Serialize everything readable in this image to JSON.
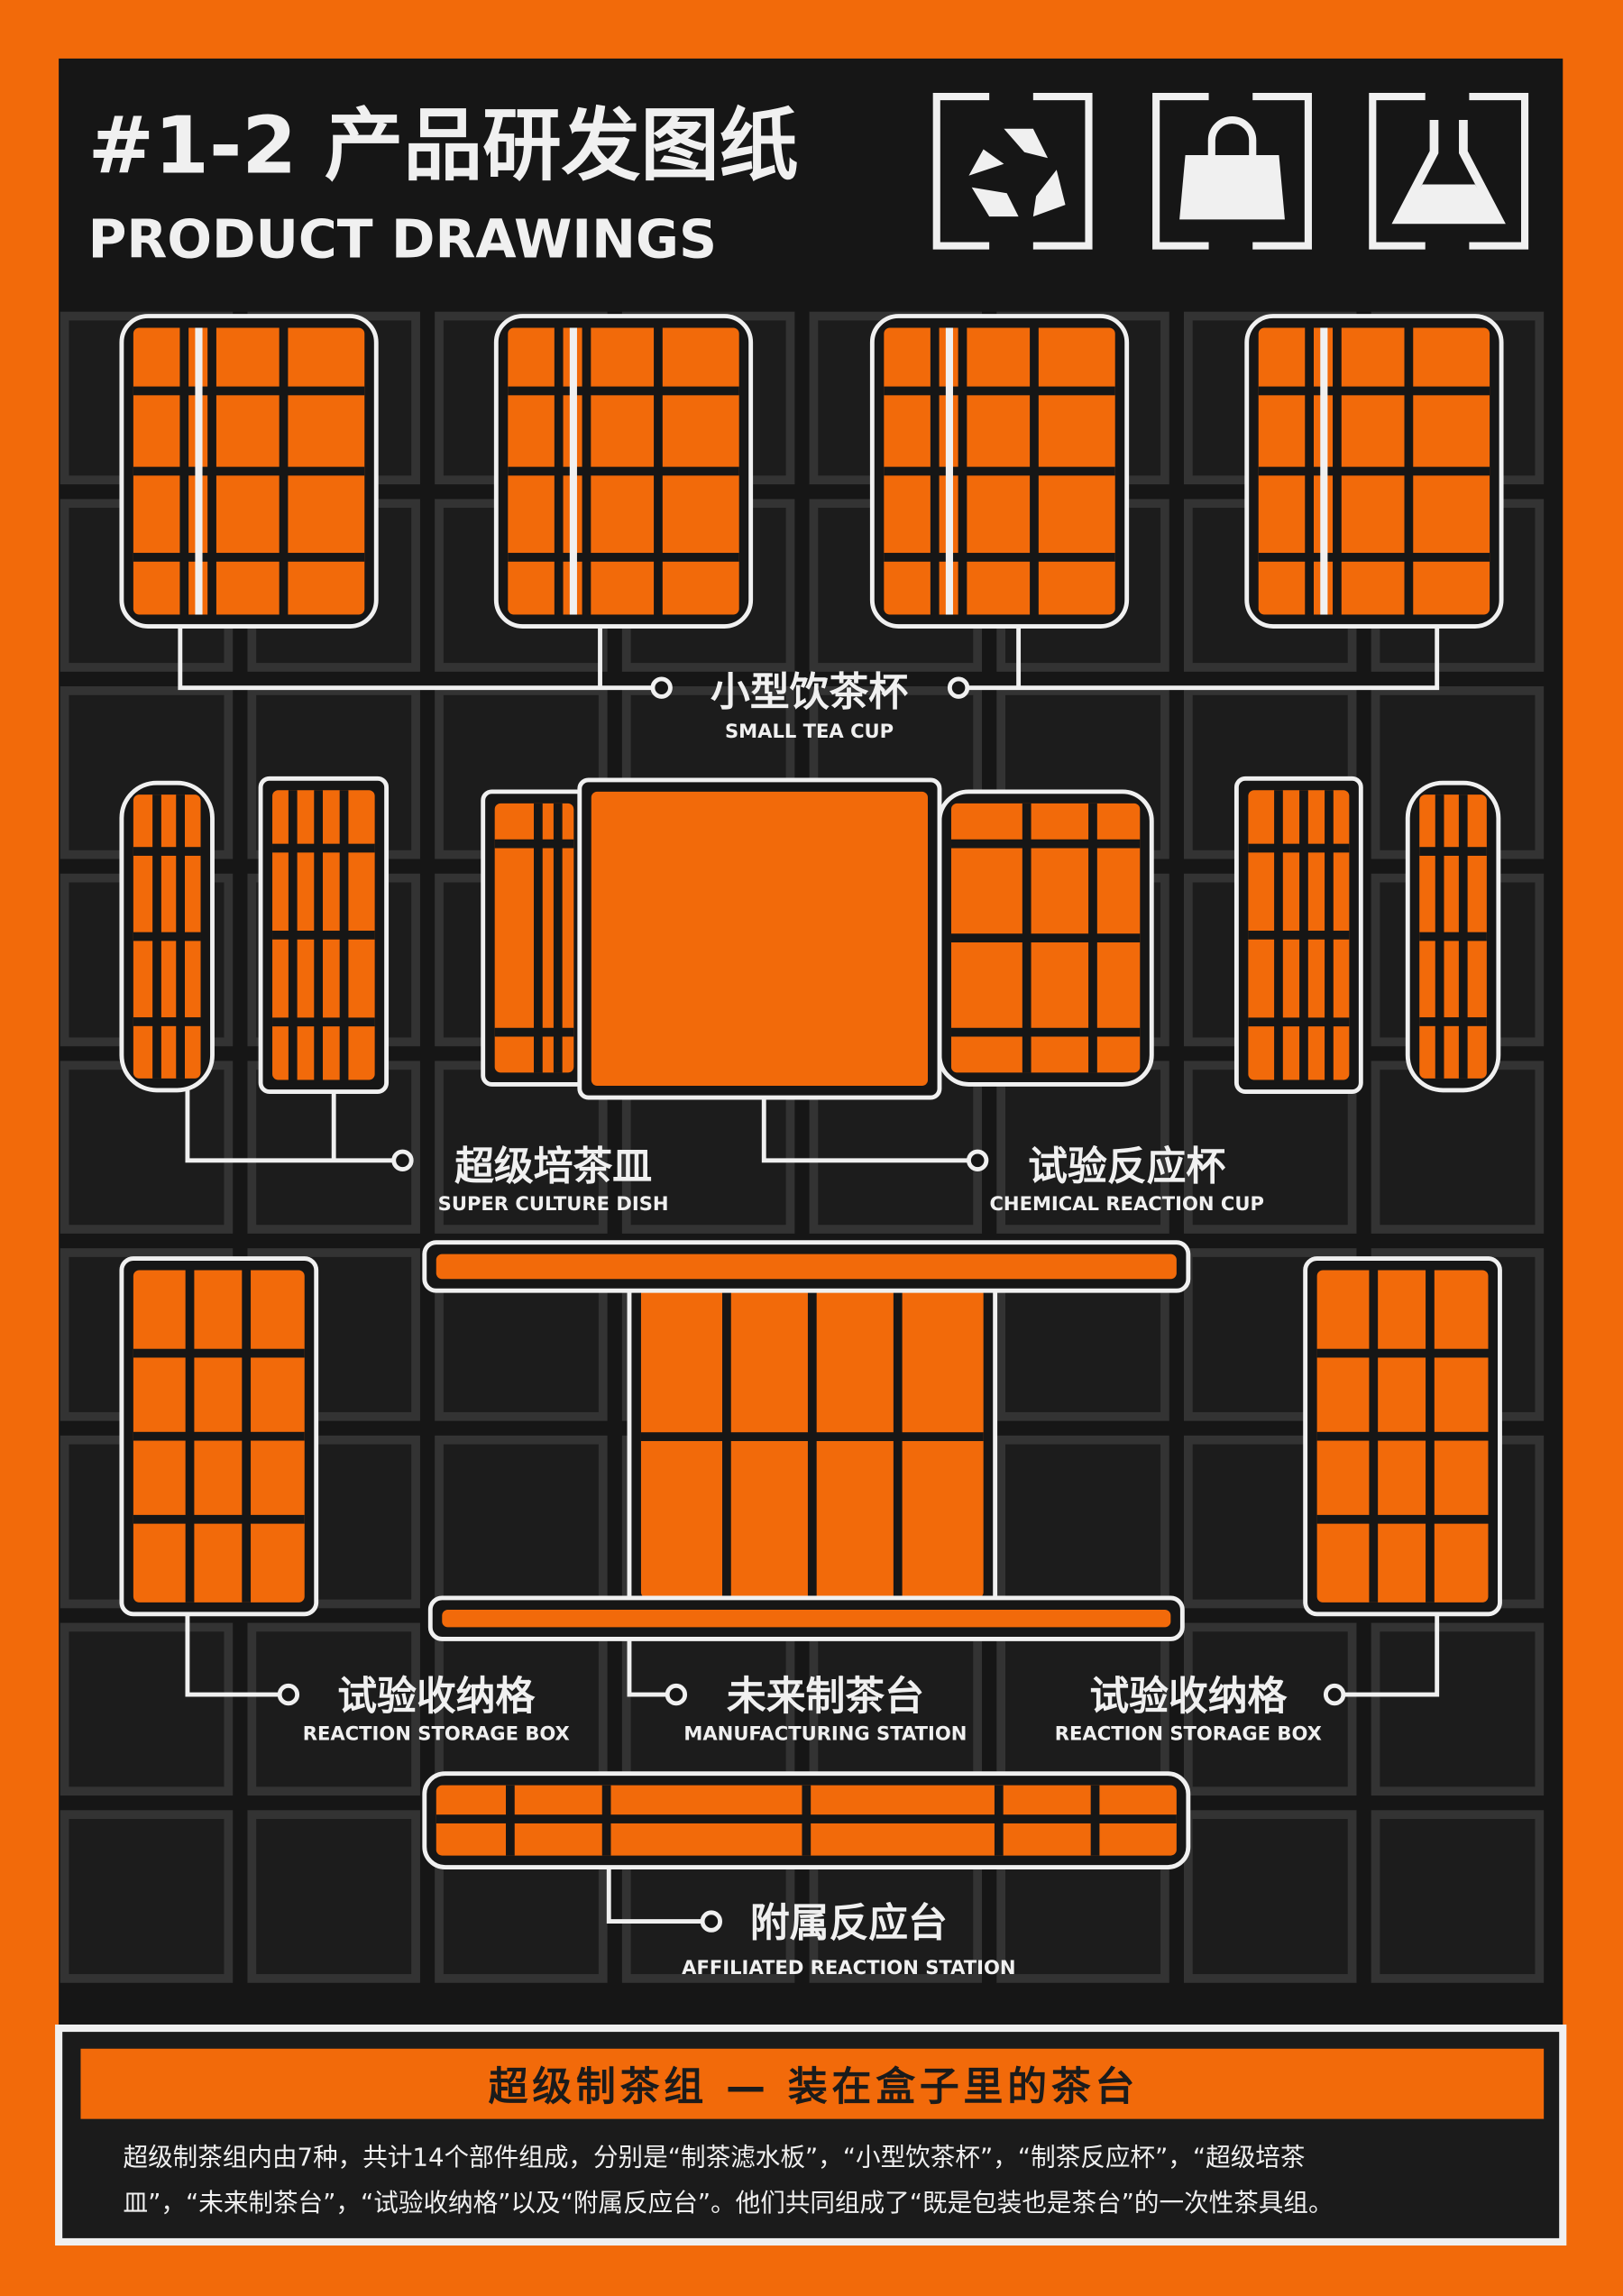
{
  "header": {
    "title": "#1-2 产品研发图纸",
    "subtitle": "PRODUCT DRAWINGS",
    "icons": [
      "recycle-icon",
      "handbag-icon",
      "flask-icon"
    ]
  },
  "labels": {
    "small_tea_cup": {
      "cn": "小型饮茶杯",
      "en": "SMALL TEA CUP"
    },
    "super_culture_dish": {
      "cn": "超级培茶皿",
      "en": "SUPER CULTURE DISH"
    },
    "chemical_reaction_cup": {
      "cn": "试验反应杯",
      "en": "CHEMICAL REACTION CUP"
    },
    "storage_box_left": {
      "cn": "试验收纳格",
      "en": "REACTION STORAGE BOX"
    },
    "manufacturing_station": {
      "cn": "未来制茶台",
      "en": "MANUFACTURING STATION"
    },
    "storage_box_right": {
      "cn": "试验收纳格",
      "en": "REACTION STORAGE BOX"
    },
    "affiliated_station": {
      "cn": "附属反应台",
      "en": "AFFILIATED REACTION STATION"
    }
  },
  "footer": {
    "heading": "超级制茶组 — 装在盒子里的茶台",
    "line1": "超级制茶组内由7种，共计14个部件组成，分别是“制茶滤水板”，“小型饮茶杯”，“制茶反应杯”，“超级培茶",
    "line2": "皿”，“未来制茶台”，“试验收纳格”以及“附属反应台”。他们共同组成了“既是包装也是茶台”的一次性茶具组。"
  },
  "colors": {
    "accent": "#f26a0a",
    "panel": "#161616",
    "line": "#f0f0f0"
  }
}
